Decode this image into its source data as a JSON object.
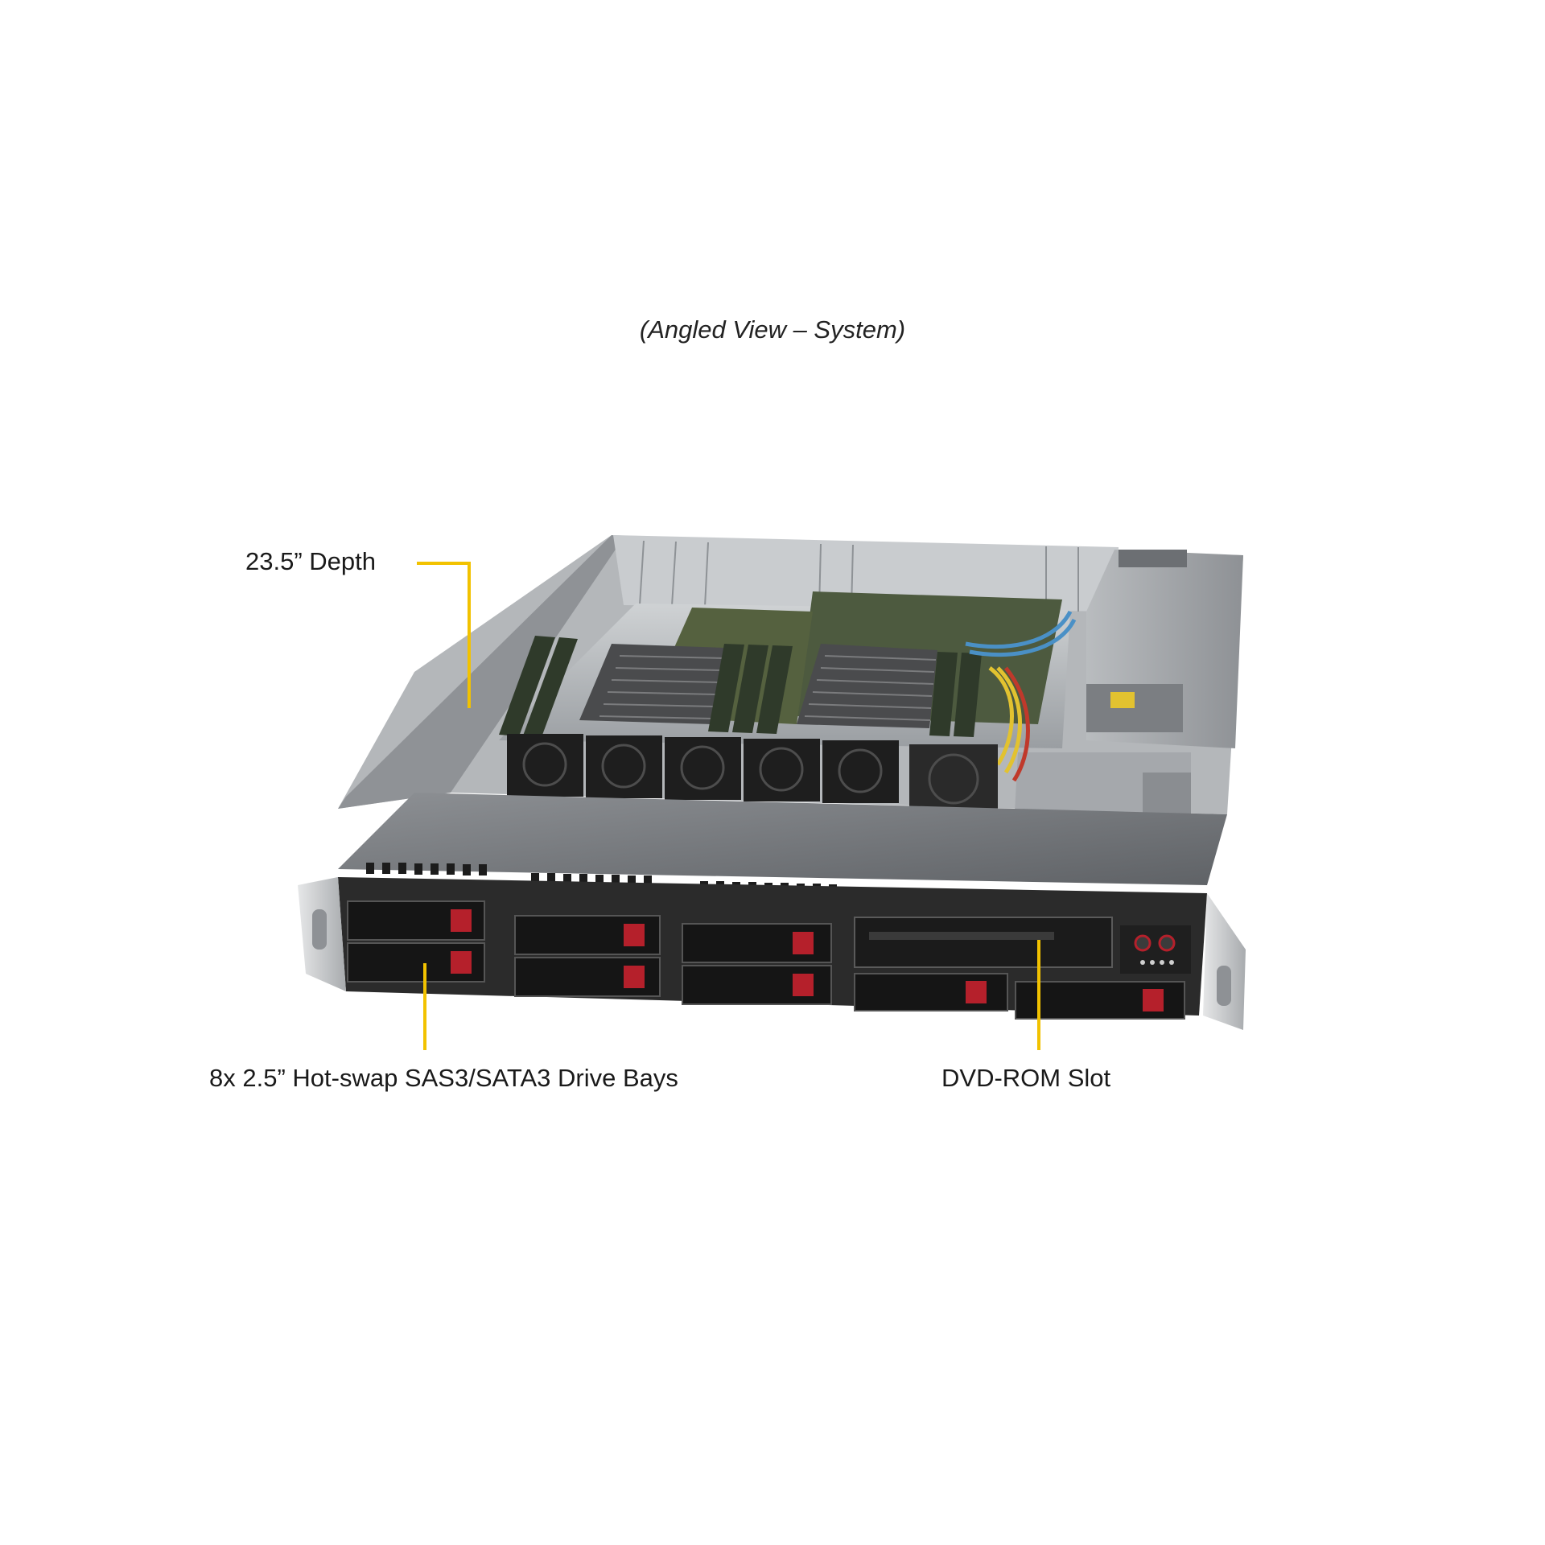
{
  "caption": "(Angled View – System)",
  "callouts": {
    "depth": "23.5” Depth",
    "drive_bays": "8x 2.5” Hot-swap  SAS3/SATA3 Drive Bays",
    "dvd_slot": "DVD-ROM Slot"
  },
  "colors": {
    "callout_line": "#f2c200",
    "chassis_silver": "#b9bcbf",
    "front_panel": "#2b2b2b",
    "motherboard": "#4d5a3f",
    "drive_latch": "#b5202b"
  },
  "figure": {
    "subject": "1U rackmount server, angled view",
    "drive_bays_shown": 8,
    "fans_shown": 6
  }
}
